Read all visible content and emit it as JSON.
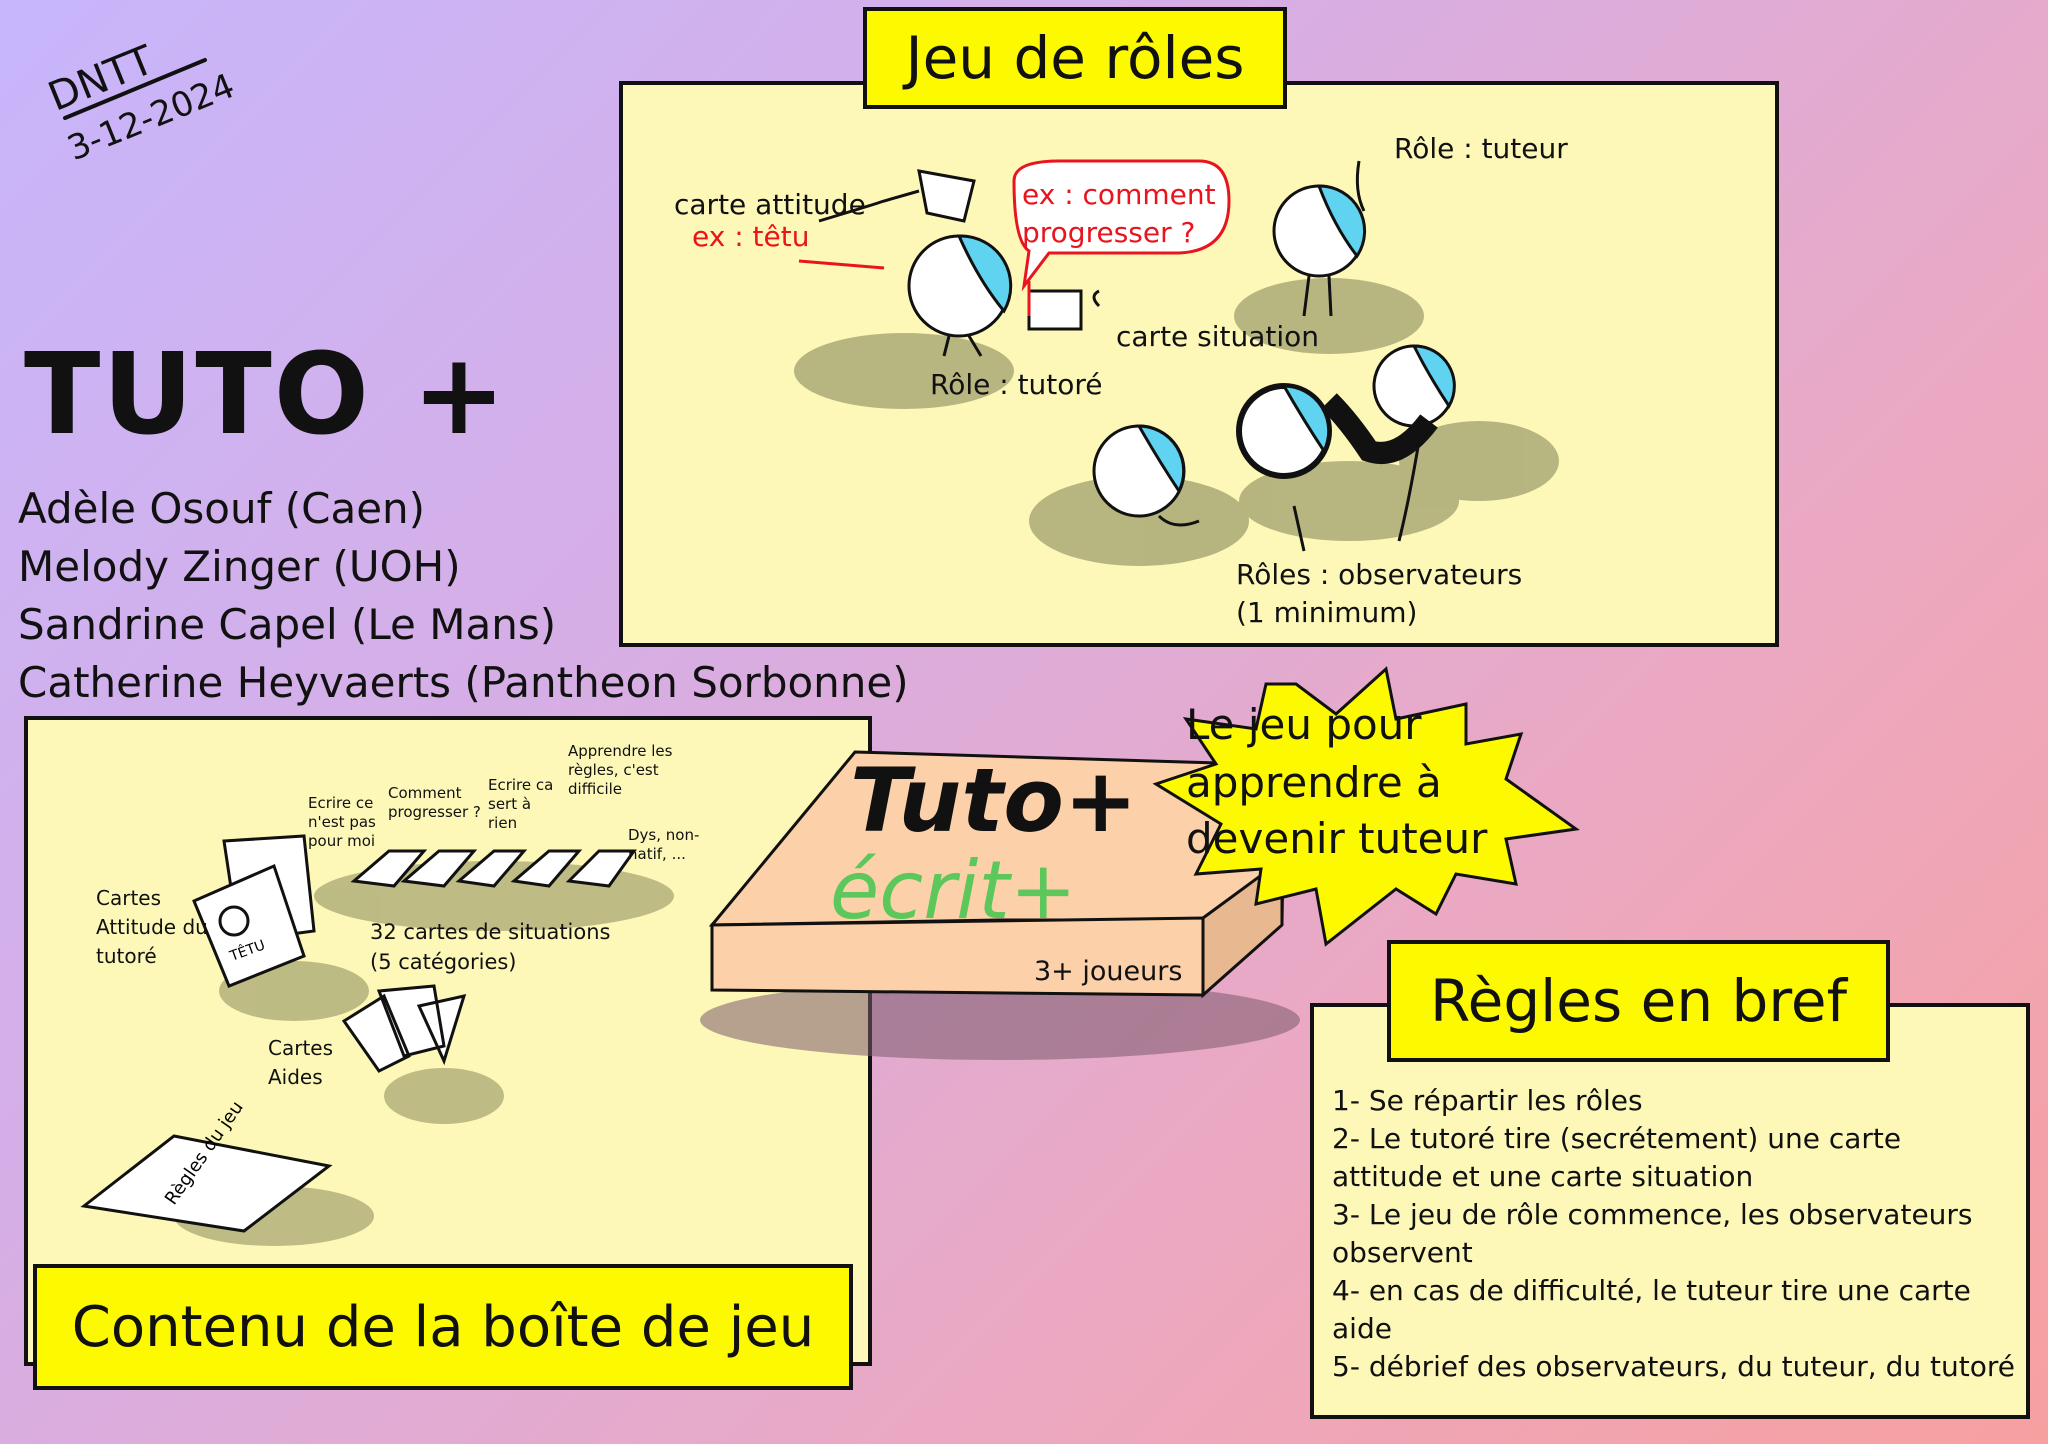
{
  "signature": {
    "name": "DNTT",
    "date": "3-12-2024"
  },
  "title": "TUTO +",
  "authors": [
    "Adèle Osouf (Caen)",
    "Melody Zinger (UOH)",
    "Sandrine Capel (Le Mans)",
    "Catherine Heyvaerts (Pantheon Sorbonne)"
  ],
  "roles_panel": {
    "title": "Jeu de rôles",
    "carte_attitude": "carte attitude",
    "ex_tetu": "ex : têtu",
    "bubble_line1": "ex : comment",
    "bubble_line2": "progresser ?",
    "role_tuteur": "Rôle : tuteur",
    "carte_situation": "carte situation",
    "role_tutore": "Rôle : tutoré",
    "observateurs_line1": "Rôles : observateurs",
    "observateurs_line2": "(1 minimum)"
  },
  "box_panel": {
    "title": "Contenu de la boîte de jeu",
    "cartes_attitude": "Cartes Attitude du tutoré",
    "tetu_label": "TÊTU",
    "situation_examples": [
      "Ecrire ce n'est pas pour moi",
      "Comment progresser ?",
      "Ecrire ca sert à rien",
      "Apprendre les règles, c'est difficile",
      "Dys, non-natif, ..."
    ],
    "situations_line1": "32 cartes de situations",
    "situations_line2": "(5 catégories)",
    "cartes_aides": "Cartes Aides",
    "regles_booklet": "Règles du jeu"
  },
  "game_box": {
    "logo_line1": "Tuto+",
    "logo_line2": "écrit+",
    "players": "3+ joueurs"
  },
  "starburst": {
    "line1": "Le jeu pour",
    "line2": "apprendre à",
    "line3": "devenir tuteur"
  },
  "rules_panel": {
    "title": "Règles en bref",
    "rules": [
      "1- Se répartir les rôles",
      "2- Le tutoré tire (secrétement) une carte",
      "attitude et une carte situation",
      "3- Le jeu de rôle commence, les observateurs",
      "observent",
      "4- en cas de difficulté, le tuteur tire une carte",
      "aide",
      "5- débrief des observateurs, du tuteur, du tutoré"
    ]
  },
  "colors": {
    "panel": "#fdf8b8",
    "title_box": "#fdfa00",
    "red": "#e8141e",
    "bubble_cyan": "#5fd3f0"
  }
}
